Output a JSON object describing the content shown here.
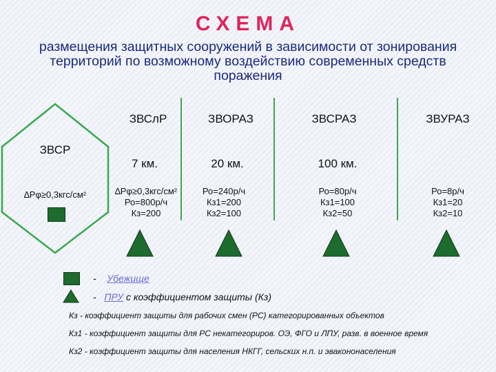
{
  "title": "СХЕМА",
  "subtitle": "размещения защитных сооружений в зависимости от зонирования территорий по возможному воздействию современных средств поражения",
  "zvsr": {
    "label": "ЗВСР",
    "param": "∆Рφ≥0,3кгс/см²"
  },
  "zones": [
    {
      "label": "ЗВСлР",
      "params": [
        "∆Рφ≥0,3кгс/см²",
        "Ро=800р/ч",
        "Кз=200"
      ]
    },
    {
      "label": "ЗВОРАЗ",
      "params": [
        "Ро=240р/ч",
        "Кз1=200",
        "Кз2=100"
      ]
    },
    {
      "label": "ЗВСРАЗ",
      "params": [
        "Ро=80р/ч",
        "Кз1=100",
        "Кз2=50"
      ]
    },
    {
      "label": "ЗВУРАЗ",
      "params": [
        "Ро=8р/ч",
        "Кз1=20",
        "Кз2=10"
      ]
    }
  ],
  "distances": [
    "7 км.",
    "20 км.",
    "100 км."
  ],
  "legend": {
    "dash": "-",
    "shelter_label": "Убежище",
    "pru_link": "ПРУ",
    "pru_text": "с коэффициентом защиты (Кз)"
  },
  "notes": [
    "Кз - коэффициент защиты для рабочих смен (РС) категорированных объектов",
    "Кз1 - коэффициент защиты для РС некатегориров. ОЭ, ФГО и ЛПУ, разв. в военное время",
    "Кз2 - коэффициент защиты для населения НКГГ, сельских н.п. и эвакононаселения"
  ],
  "colors": {
    "title": "#e0245a",
    "subtitle": "#1a2a7a",
    "line": "#3aa84a",
    "marker": "#1d6b2d"
  }
}
